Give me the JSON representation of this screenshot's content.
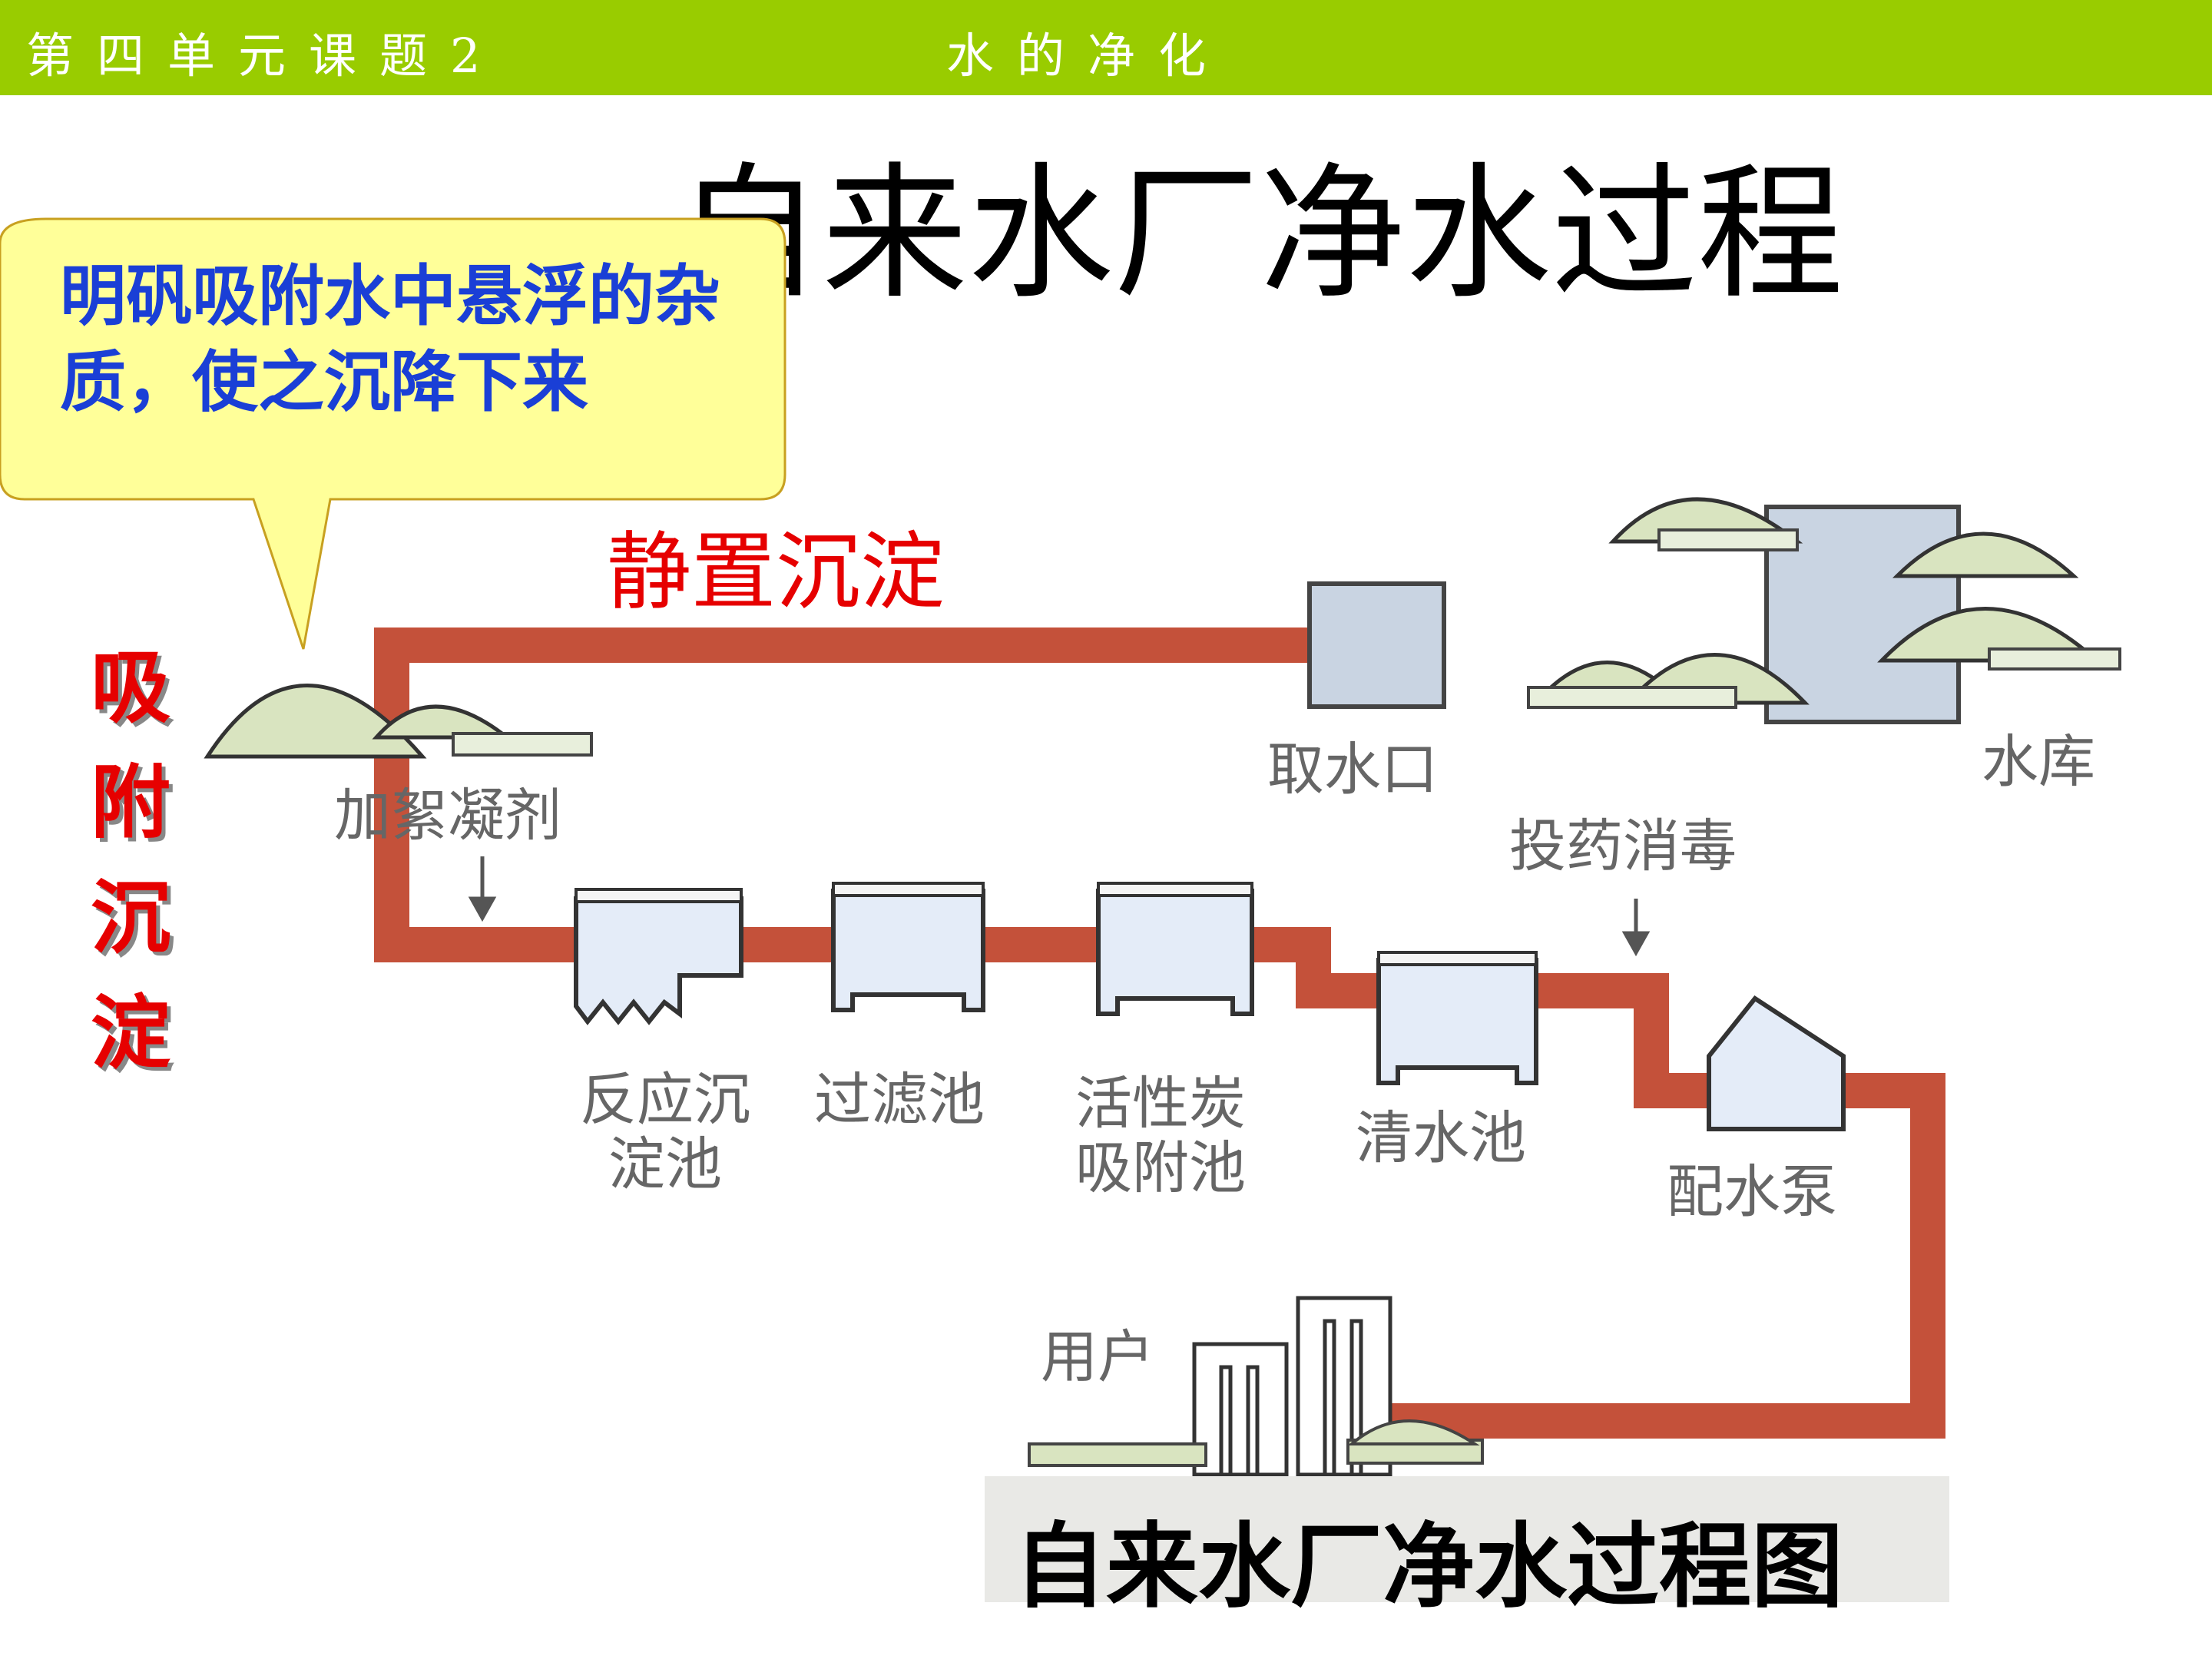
{
  "header": {
    "lesson": "第四单元课题2",
    "topic": "水的净化"
  },
  "title": "自来水厂净水过程",
  "callout": {
    "text": "明矾吸附水中悬浮的杂质，使之沉降下来"
  },
  "annotations": {
    "settle": "静置沉淀",
    "adsorb": "吸附沉淀"
  },
  "diagram": {
    "reservoir": "水库",
    "intake": "取水口",
    "coagulant": "加絮凝剂",
    "disinfect": "投药消毒",
    "sedimentation_line1": "反应沉",
    "sedimentation_line2": "淀池",
    "filter": "过滤池",
    "carbon_line1": "活性炭",
    "carbon_line2": "吸附池",
    "clear_tank": "清水池",
    "pump": "配水泵",
    "users": "用户"
  },
  "caption": "自来水厂净水过程图",
  "colors": {
    "header_bar": "#99cc00",
    "pipe": "#c4513a",
    "tank_fill": "#e4ecf8",
    "callout_fill": "#ffff99",
    "callout_text": "#1a3fd6",
    "annotation_red": "#e60000"
  }
}
